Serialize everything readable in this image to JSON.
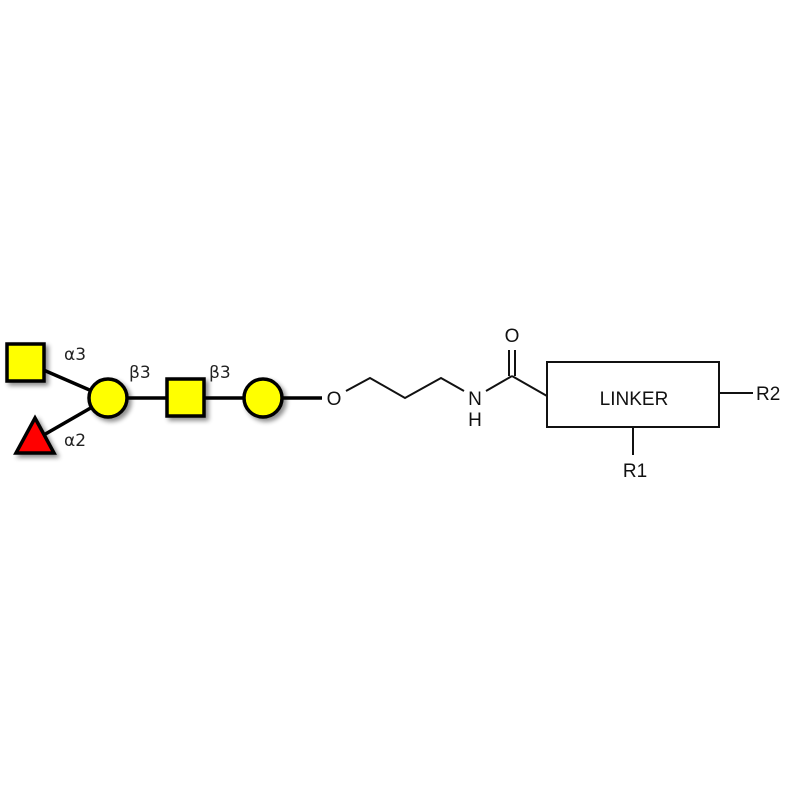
{
  "glycan": {
    "residues": [
      {
        "id": "galnac-terminal",
        "shape": "square",
        "color": "#FFFF00"
      },
      {
        "id": "fucose",
        "shape": "triangle",
        "color": "#FF0000"
      },
      {
        "id": "gal-branch",
        "shape": "circle",
        "color": "#FFFF00"
      },
      {
        "id": "galnac-middle",
        "shape": "square",
        "color": "#FFFF00"
      },
      {
        "id": "gal-reducing",
        "shape": "circle",
        "color": "#FFFF00"
      }
    ],
    "linkages": {
      "alpha3": "α3",
      "alpha2": "α2",
      "beta3_first": "β3",
      "beta3_second": "β3"
    }
  },
  "spacer": {
    "oxygen": "O",
    "nitrogen": "N",
    "hydrogen": "H",
    "carbonyl_oxygen": "O"
  },
  "linker": {
    "label": "LINKER",
    "r1": "R1",
    "r2": "R2"
  }
}
